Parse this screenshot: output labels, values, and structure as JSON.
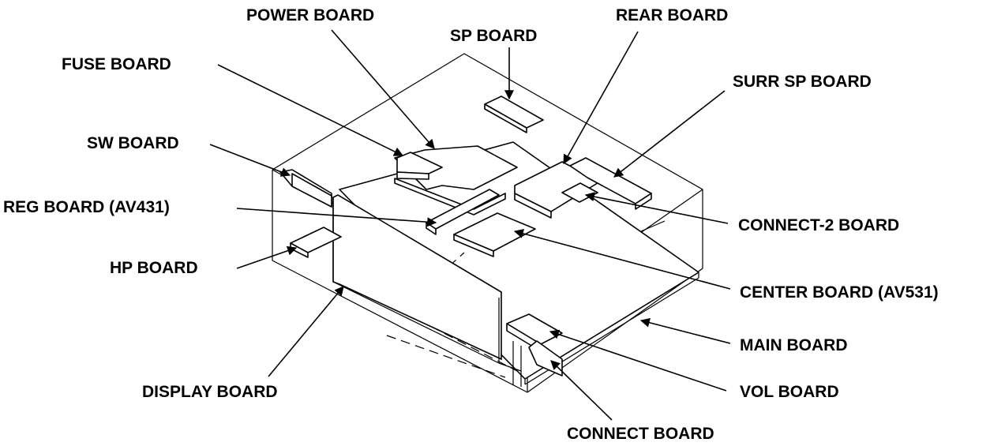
{
  "labels": {
    "power_board": "POWER BOARD",
    "rear_board": "REAR BOARD",
    "sp_board": "SP BOARD",
    "fuse_board": "FUSE BOARD",
    "surr_sp_board": "SURR SP BOARD",
    "sw_board": "SW BOARD",
    "reg_board": "REG BOARD (AV431)",
    "connect2_board": "CONNECT-2 BOARD",
    "hp_board": "HP BOARD",
    "center_board": "CENTER BOARD (AV531)",
    "main_board": "MAIN BOARD",
    "vol_board": "VOL BOARD",
    "display_board": "DISPLAY BOARD",
    "connect_board": "CONNECT BOARD"
  },
  "colors": {
    "ink": "#000000",
    "paper": "#ffffff"
  }
}
